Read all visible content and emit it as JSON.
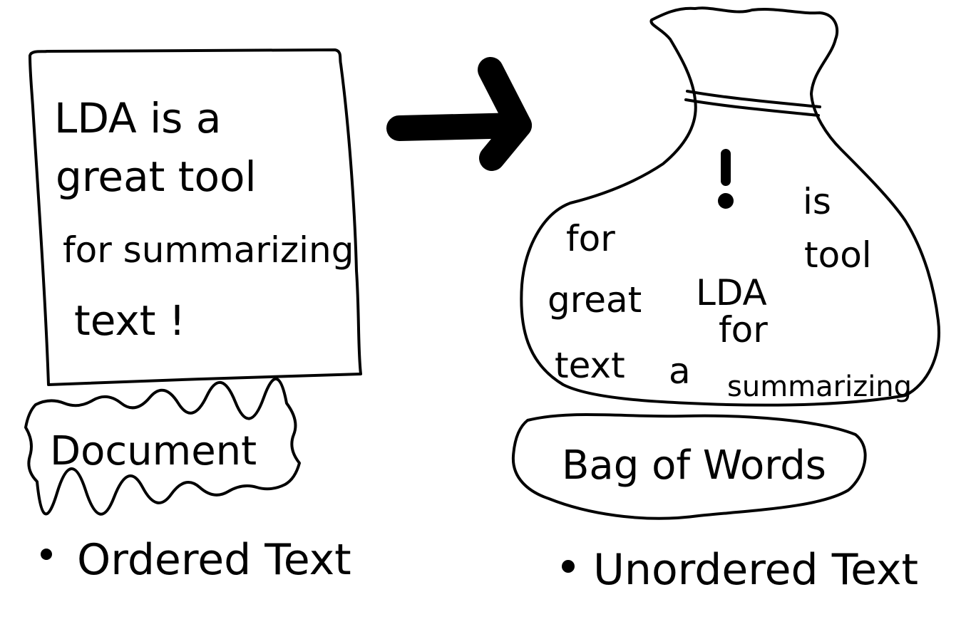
{
  "document": {
    "lines": [
      "LDA is a",
      "great tool",
      "for summarizing",
      "text !"
    ],
    "label": "Document",
    "bullet": "Ordered Text"
  },
  "bag": {
    "words": [
      "!",
      "is",
      "for",
      "tool",
      "great",
      "LDA",
      "for",
      "text",
      "a",
      "summarizing"
    ],
    "label": "Bag of Words",
    "bullet": "Unordered Text"
  },
  "arrow_icon": "right-arrow-icon",
  "colors": {
    "ink": "#000000",
    "background": "#ffffff"
  }
}
